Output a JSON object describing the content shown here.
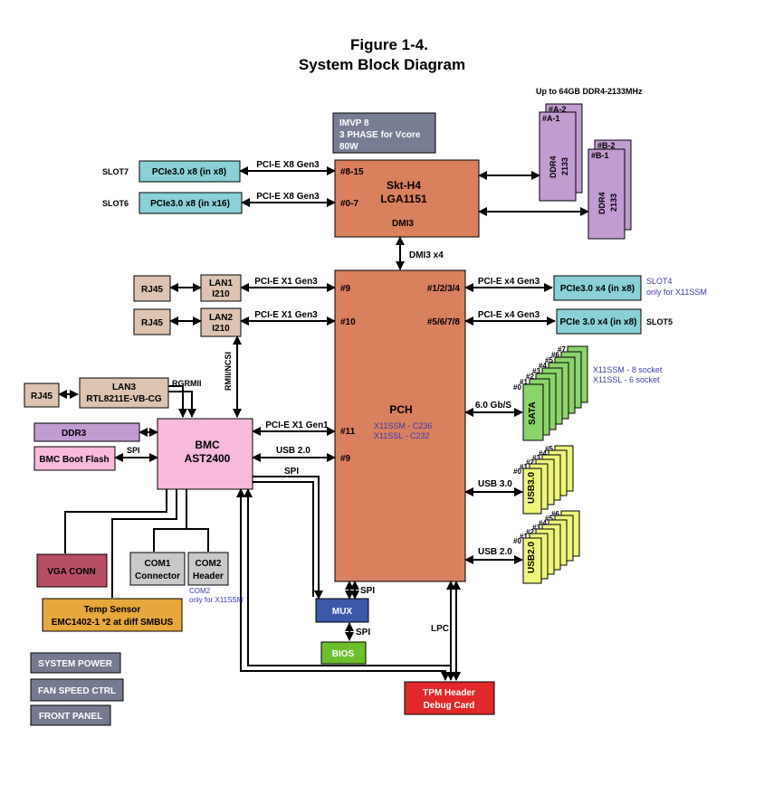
{
  "header": {
    "title_line1": "Figure 1-4.",
    "title_line2": "System Block Diagram"
  },
  "memory": {
    "caption": "Up to 64GB DDR4-2133MHz",
    "a2": "#A-2",
    "a1": "#A-1",
    "b2": "#B-2",
    "b1": "#B-1",
    "ddr4": "DDR4",
    "speed": "2133"
  },
  "imvp": {
    "line1": "IMVP 8",
    "line2": "3 PHASE for Vcore",
    "line3": "80W"
  },
  "cpu": {
    "line1": "Skt-H4",
    "line2": "LGA1151",
    "port_hi": "#8-15",
    "port_lo": "#0-7",
    "dmi": "DMI3"
  },
  "slots": {
    "slot7": "SLOT7",
    "slot7_box": "PCIe3.0 x8 (in x8)",
    "slot6": "SLOT6",
    "slot6_box": "PCIe3.0 x8 (in x16)",
    "cpu_link": "PCI-E X8 Gen3",
    "slot4_box": "PCIe3.0 x4 (in x8)",
    "slot4_label": "SLOT4",
    "slot4_note": "only for X11SSM",
    "slot5_box": "PCIe 3.0 x4 (in x8)",
    "slot5_label": "SLOT5",
    "pch_link": "PCI-E x4 Gen3"
  },
  "dmi_link": "DMI3 x4",
  "lan": {
    "rj45": "RJ45",
    "lan1_l1": "LAN1",
    "lan1_l2": "I210",
    "lan2_l1": "LAN2",
    "lan2_l2": "I210",
    "lan3_l1": "LAN3",
    "lan3_l2": "RTL8211E-VB-CG",
    "link": "PCI-E X1 Gen3",
    "rgrmii": "RGRMII",
    "rmincsi": "RMII/NCSI"
  },
  "pch": {
    "name": "PCH",
    "model1": "X11SSM - C236",
    "model2": "X11SSL   - C232",
    "p9": "#9",
    "p10": "#10",
    "p1234": "#1/2/3/4",
    "p5678": "#5/6/7/8",
    "p11": "#11",
    "p9b": "#9"
  },
  "bmc": {
    "line1": "BMC",
    "line2": "AST2400",
    "ddr3": "DDR3",
    "boot_flash": "BMC Boot Flash",
    "spi": "SPI",
    "pcie_link": "PCI-E X1 Gen1",
    "usb_link": "USB 2.0",
    "spi_link": "SPI"
  },
  "sata": {
    "label": "SATA",
    "link": "6.0 Gb/S",
    "note1": "X11SSM - 8 socket",
    "note2": "X11SSL   - 6 socket",
    "nums": [
      "#0",
      "#1",
      "#2",
      "#3",
      "#4",
      "#5",
      "#6",
      "#7"
    ]
  },
  "usb3": {
    "label": "USB3.0",
    "link": "USB 3.0",
    "nums": [
      "#0",
      "#1",
      "#2",
      "#3",
      "#4",
      "#5"
    ]
  },
  "usb2": {
    "label": "USB2.0",
    "link": "USB 2.0",
    "nums": [
      "#0",
      "#1",
      "#2",
      "#3",
      "#4",
      "#5",
      "#6"
    ]
  },
  "io": {
    "vga": "VGA CONN",
    "com1_l1": "COM1",
    "com1_l2": "Connector",
    "com2_l1": "COM2",
    "com2_l2": "Header",
    "com2_note1": "COM2",
    "com2_note2": "only for X11SSM",
    "temp_l1": "Temp Sensor",
    "temp_l2": "EMC1402-1 *2 at diff SMBUS"
  },
  "mux": {
    "label": "MUX",
    "spi_top": "SPI",
    "spi_bottom": "SPI",
    "bios": "BIOS"
  },
  "lpc": "LPC",
  "tpm": {
    "line1": "TPM Header",
    "line2": "Debug Card"
  },
  "legend": {
    "sys_power": "SYSTEM POWER",
    "fan": "FAN SPEED CTRL",
    "front": "FRONT PANEL"
  },
  "colors": {
    "cpu": "#d9805f",
    "slot": "#8bd0d8",
    "dimm": "#c39bd3",
    "imvp": "#777d94",
    "lan": "#ddc3b0",
    "bmc": "#f7b9dc",
    "sata": "#8cd36b",
    "usb": "#eef57a",
    "vga": "#b84e66",
    "temp": "#e6a83c",
    "com": "#c9c9c9",
    "mux": "#3a59a8",
    "bios": "#6dc02c",
    "tpm": "#e2292a",
    "legend": "#767a90",
    "note": "#3b3bb0"
  }
}
